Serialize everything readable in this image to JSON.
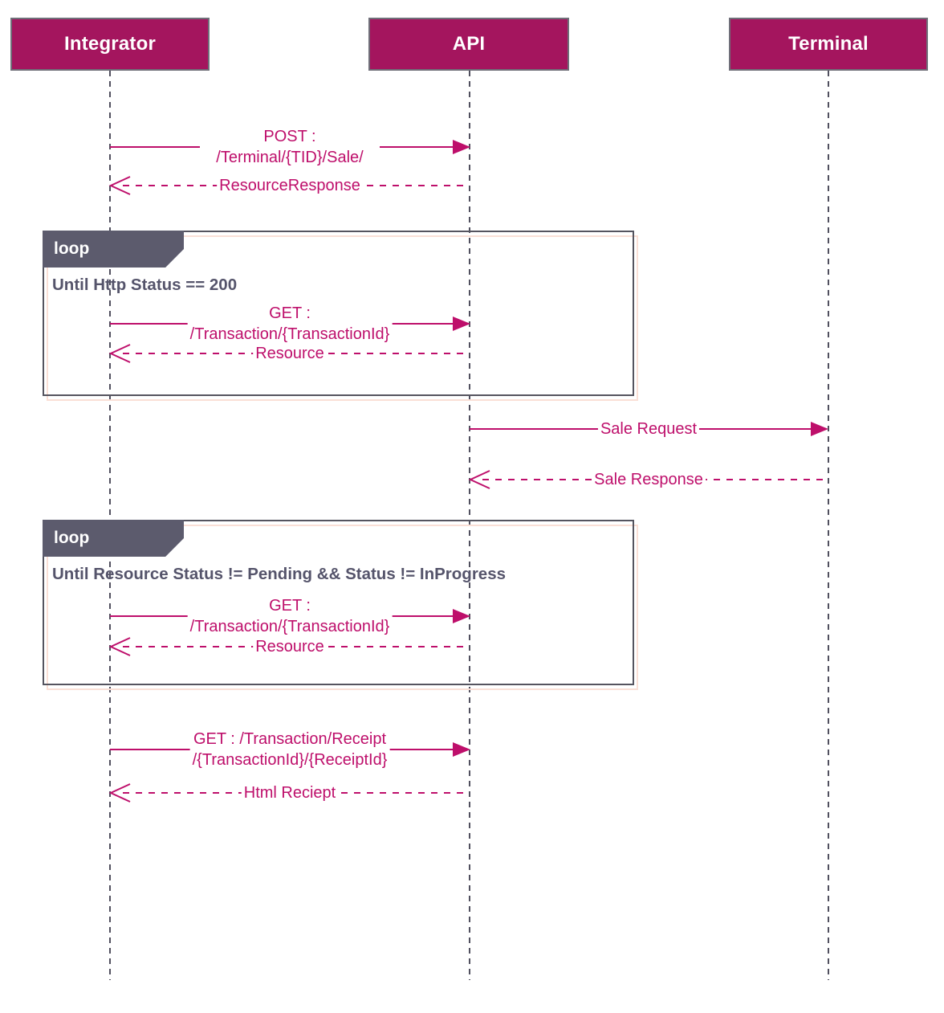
{
  "colors": {
    "participant_fill": "#A4155E",
    "participant_border": "#6F6F79",
    "participant_text": "#FFFFFF",
    "arrow": "#BE0F6B",
    "loop_header_fill": "#5C5B6D",
    "loop_header_text": "#FFFFFF",
    "loop_border": "#55545F",
    "loop_shadow": "#FADFD6",
    "lifeline": "#504F5E"
  },
  "participants": [
    {
      "label": "Integrator"
    },
    {
      "label": "API"
    },
    {
      "label": "Terminal"
    }
  ],
  "loops": [
    {
      "operator": "loop",
      "guard": "Until Http Status == 200"
    },
    {
      "operator": "loop",
      "guard": "Until Resource Status != Pending && Status != InProgress"
    }
  ],
  "messages": [
    {
      "label": "POST : /Terminal/{TID}/Sale/",
      "from": "Integrator",
      "to": "API",
      "style": "solid"
    },
    {
      "label": "ResourceResponse",
      "from": "API",
      "to": "Integrator",
      "style": "dashed"
    },
    {
      "label": "GET : /Transaction/{TransactionId}",
      "from": "Integrator",
      "to": "API",
      "style": "solid",
      "fragment": "loop-1"
    },
    {
      "label": "Resource",
      "from": "API",
      "to": "Integrator",
      "style": "dashed",
      "fragment": "loop-1"
    },
    {
      "label": "Sale Request",
      "from": "API",
      "to": "Terminal",
      "style": "solid"
    },
    {
      "label": "Sale Response",
      "from": "Terminal",
      "to": "API",
      "style": "dashed"
    },
    {
      "label": "GET : /Transaction/{TransactionId}",
      "from": "Integrator",
      "to": "API",
      "style": "solid",
      "fragment": "loop-2"
    },
    {
      "label": "Resource",
      "from": "API",
      "to": "Integrator",
      "style": "dashed",
      "fragment": "loop-2"
    },
    {
      "label": "GET : /Transaction/Receipt\n/{TransactionId}/{ReceiptId}",
      "from": "Integrator",
      "to": "API",
      "style": "solid"
    },
    {
      "label": "Html Reciept",
      "from": "API",
      "to": "Integrator",
      "style": "dashed"
    }
  ]
}
